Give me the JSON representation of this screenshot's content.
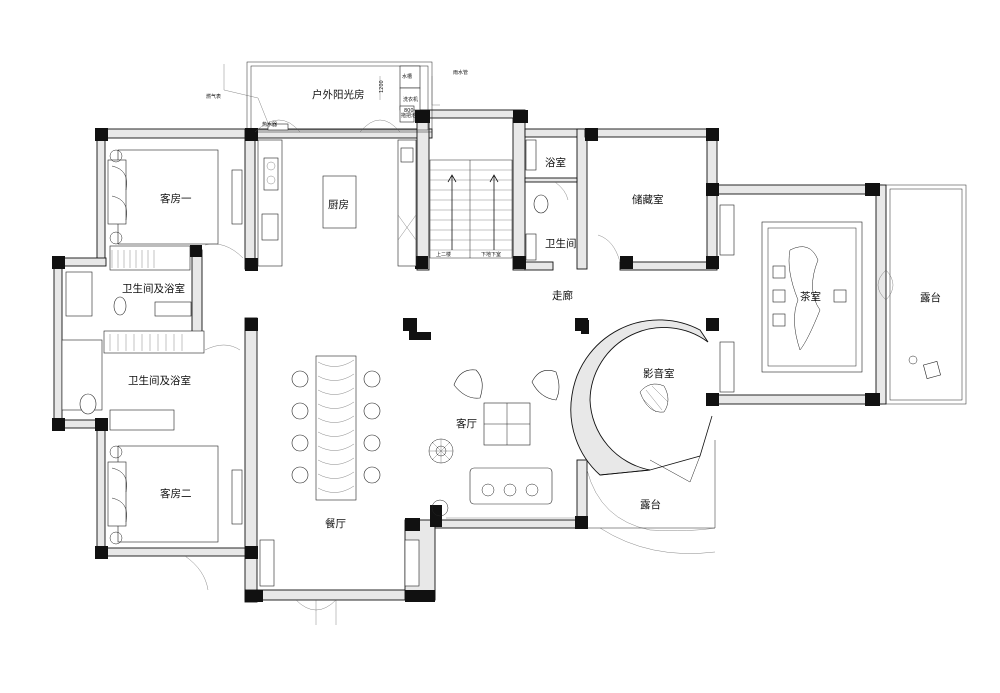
{
  "rooms": {
    "sunroom": "户外阳光房",
    "guest_room_1": "客房一",
    "kitchen": "厨房",
    "bath_1": "浴室",
    "storage": "储藏室",
    "toilet": "卫生间",
    "corridor": "走廊",
    "tea_room": "茶室",
    "terrace_right": "露台",
    "bath_ensuite_1": "卫生间及浴室",
    "bath_ensuite_2": "卫生间及浴室",
    "theater": "影音室",
    "living_room": "客厅",
    "guest_room_2": "客房二",
    "dining_room": "餐厅",
    "terrace_bottom": "露台"
  },
  "stairs": {
    "up_label": "上二楼",
    "down_label": "下地下室"
  },
  "annotations": {
    "gas_meter": "燃气表",
    "heater": "热水器",
    "water_pipe": "雨水管",
    "washer": "洗衣机",
    "dim_1200": "1200",
    "dim_800": "800",
    "mop_sink": "拖把池"
  }
}
